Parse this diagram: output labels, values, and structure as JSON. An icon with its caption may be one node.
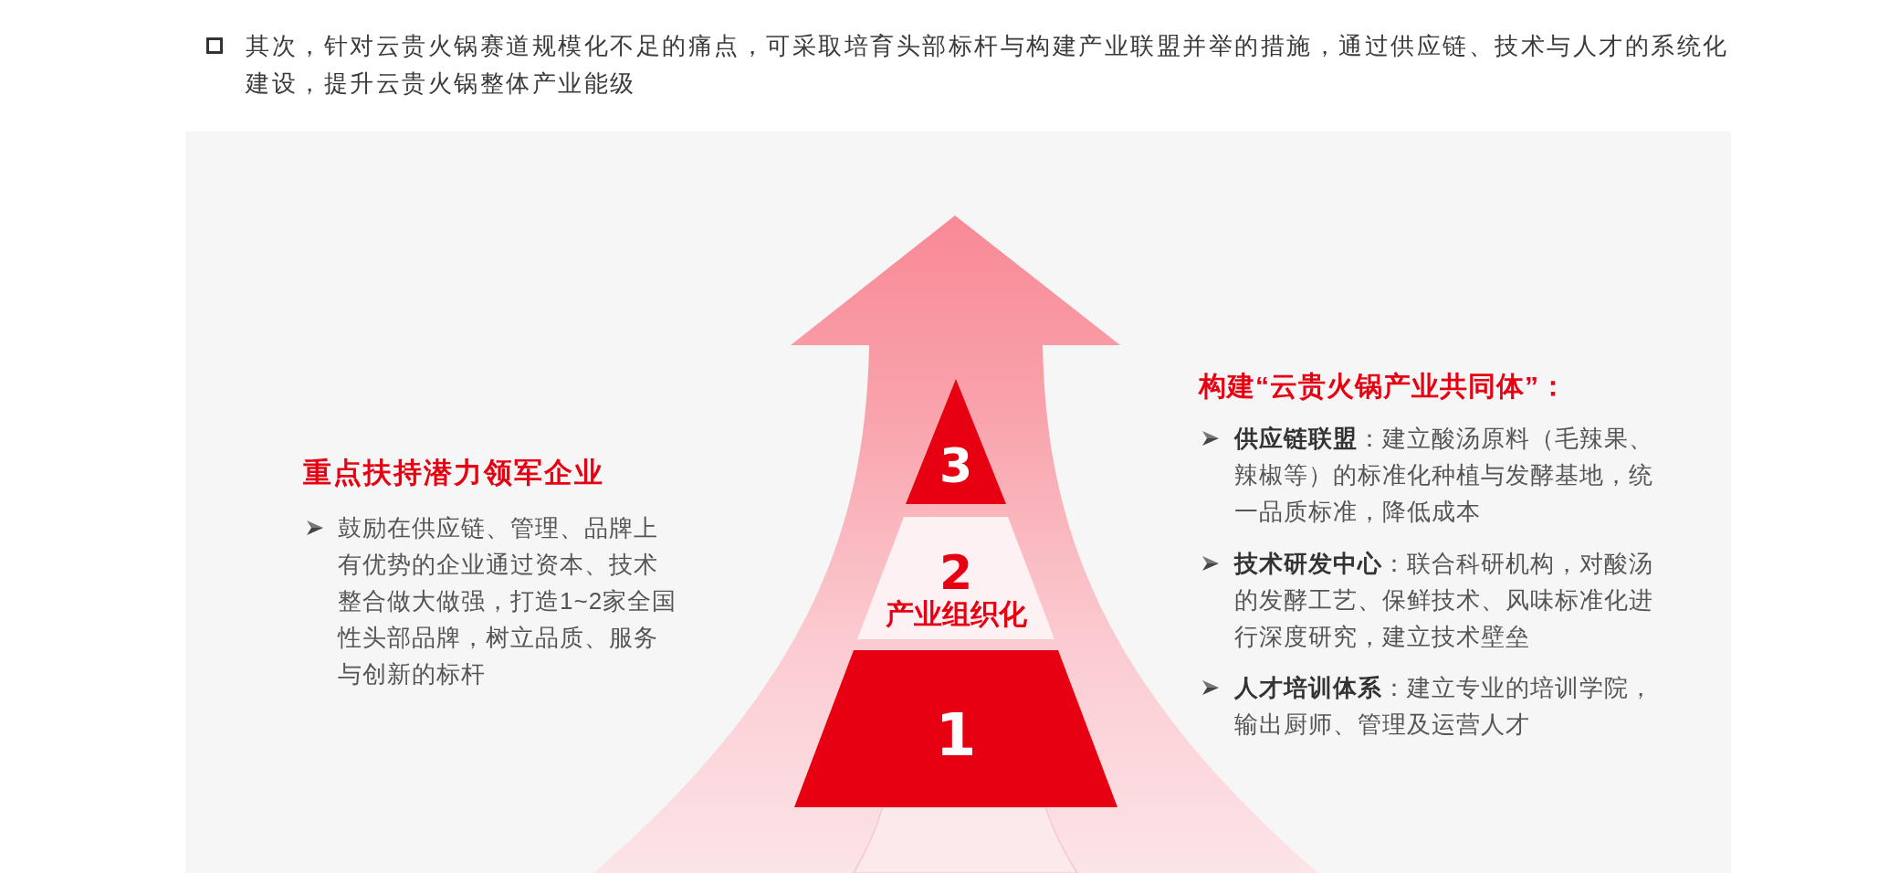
{
  "diagram": {
    "nodes": [
      {
        "text": [
          "3"
        ]
      },
      {
        "text": [
          "2",
          "产业组织化"
        ]
      },
      {
        "text": [
          "1"
        ]
      }
    ],
    "labels": [
      "其次，针对云贵火锅赛道规模化不足的痛点，可采取培育头部标杆与构建产业联盟并举的措施，通过供应链、技术与人才的系统化建设，提升云贵火锅整体产业能级",
      "重点扶持潜力领军企业",
      "鼓励在供应链、管理、品牌上有优势的企业通过资本、技术整合做大做强，打造1~2家全国性头部品牌，树立品质、服务与创新的标杆",
      "构建“云贵火锅产业共同体”：",
      "**供应链联盟**：建立酸汤原料（毛辣果、辣椒等）的标准化种植与发酵基地，统一品质标准，降低成本",
      "**技术研发中心**：联合科研机构，对酸汤的发酵工艺、保鲜技术、风味标准化进行深度研究，建立技术壁垒",
      "**人才培训体系**：建立专业的培训学院，输出厨师、管理及运营人才"
    ]
  }
}
